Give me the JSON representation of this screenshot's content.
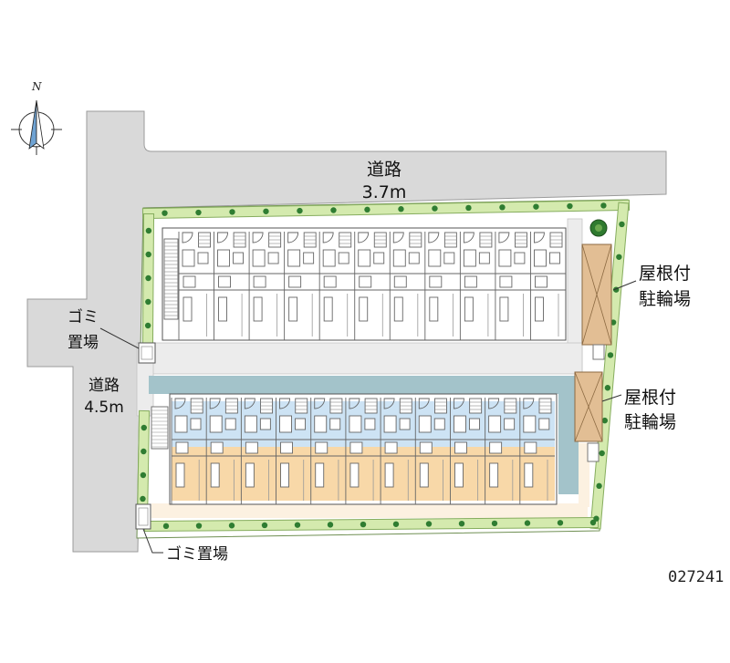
{
  "compass": {
    "label": "N",
    "icon": "compass-icon"
  },
  "roads": [
    {
      "line1": "道路",
      "line2": "3.7m"
    },
    {
      "line1": "道路",
      "line2": "4.5m"
    }
  ],
  "bike_parking": [
    {
      "line1": "屋根付",
      "line2": "駐輪場",
      "icon": "bike-shelter-icon"
    },
    {
      "line1": "屋根付",
      "line2": "駐輪場",
      "icon": "bike-shelter-icon"
    }
  ],
  "garbage": [
    {
      "line1": "ゴミ",
      "line2": "置場",
      "icon": "garbage-station-icon"
    },
    {
      "label": "ゴミ置場",
      "icon": "garbage-station-icon"
    }
  ],
  "property_code": "027241",
  "icons": {
    "tree": "tree-icon",
    "stairs": "stairs-icon",
    "door": "door-swing-icon"
  },
  "colors": {
    "road": "#d9d9d9",
    "hedge": "#d4eaae",
    "hedge_edge": "#86ad5e",
    "tree": "#2f7d32",
    "walkway": "#ececec",
    "highlight": "#a3c3ca",
    "unit_upper": "#cde3f4",
    "unit_lower": "#f8d8a8",
    "rear_yard": "#fcf1e1",
    "bike_shelter": "#e2be94"
  }
}
